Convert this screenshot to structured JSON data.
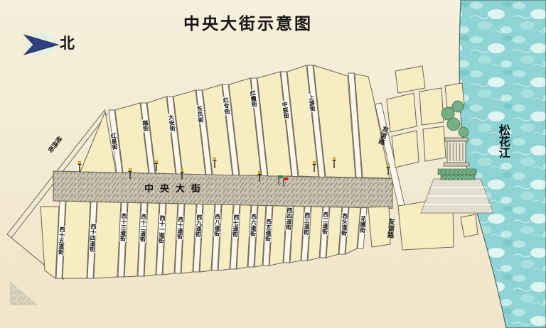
{
  "title": "中央大街示意图",
  "compass": {
    "label": "北"
  },
  "main_street": {
    "name": "中央大街"
  },
  "river": {
    "name": "松花江"
  },
  "streets": {
    "diagonal": "经纬街",
    "top": [
      "红星街",
      "端街",
      "大安街",
      "东风街",
      "红专街",
      "红霞街",
      "中医街",
      "上游街"
    ],
    "bottom": [
      "西十五道街",
      "西十四道街",
      "西十三道街",
      "西十二道街",
      "西十一道街",
      "西十道街",
      "西九道街",
      "西八道街",
      "西七道街",
      "西六道街",
      "西五道街",
      "西四道街",
      "西三道街",
      "西二道街",
      "西头道街",
      "花圃街"
    ],
    "friendship_road_north": "友谊路",
    "friendship_road_south": "友谊路"
  },
  "icons": {
    "north_arrow": "north-arrow",
    "monument": "flood-control-monument",
    "trees": "tree-cluster",
    "lamps": "street-lamp",
    "flags": [
      "green-flag",
      "red-flag"
    ]
  },
  "colors": {
    "background": "#f3ebd3",
    "block": "#f7edc2",
    "street": "#fbf7ec",
    "outline": "#6b6452",
    "main_street_fill": "#c8c2b1",
    "hatch": "#8f8875",
    "river": "#8fd4d4",
    "river_light": "#dff5f2",
    "north_arrow": "#2e4080",
    "tree": "#74ae82",
    "tree_dark": "#35684a",
    "lamp": "#f5c518",
    "flag_green": "#2e8b57",
    "flag_red": "#cc2222",
    "plaza": "#e2ddcd"
  }
}
